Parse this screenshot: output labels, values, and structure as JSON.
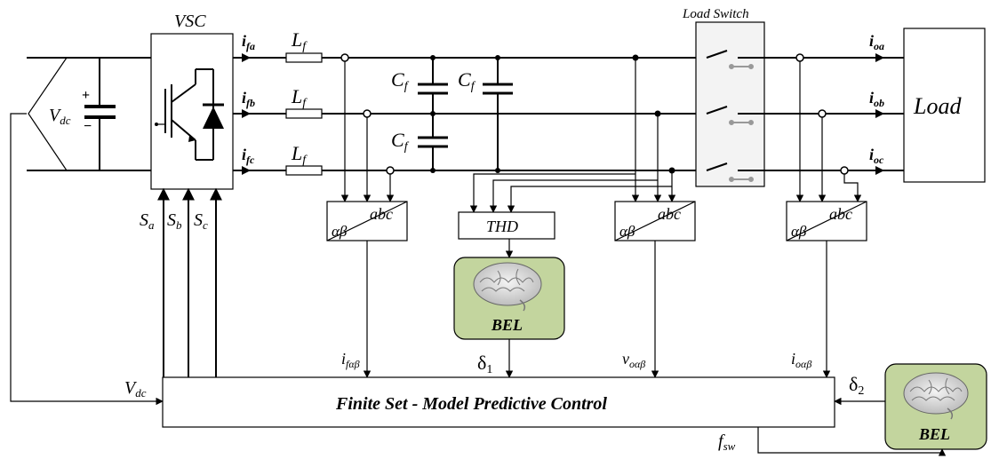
{
  "labels": {
    "vsc": "VSC",
    "load_switch": "Load Switch",
    "load": "Load",
    "vdc": "V",
    "vdc_sub": "dc",
    "ifa": "i",
    "ifa_sub": "fa",
    "ifb_sub": "fb",
    "ifc_sub": "fc",
    "ioa_sub": "oa",
    "iob_sub": "ob",
    "ioc_sub": "oc",
    "lf": "L",
    "lf_sub": "f",
    "cf": "C",
    "cf_sub": "f",
    "sa": "S",
    "sa_sub": "a",
    "sb_sub": "b",
    "sc_sub": "c",
    "alpha_beta": "αβ",
    "abc": "abc",
    "thd": "THD",
    "bel": "BEL",
    "i_f_ab": "i",
    "i_f_ab_sub": "fαβ",
    "v_o_ab": "v",
    "v_o_ab_sub": "oαβ",
    "i_o_ab_sub": "oαβ",
    "delta": "δ",
    "delta1_sub": "1",
    "delta2_sub": "2",
    "fs": "f",
    "fs_sub": "sw",
    "mpc": "Finite Set - Model Predictive Control"
  }
}
